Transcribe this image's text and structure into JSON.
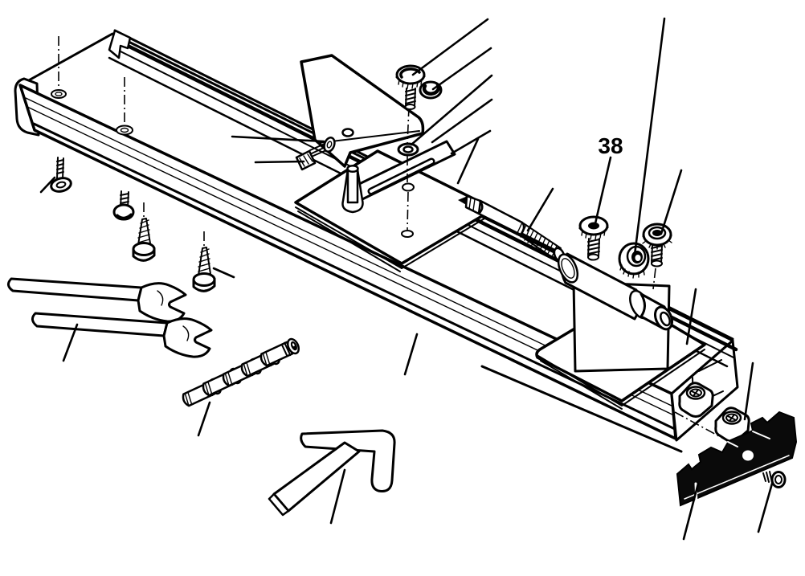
{
  "figure": {
    "type": "exploded-parts-diagram",
    "label_38": "38",
    "background_color": "#ffffff",
    "line_color": "#000000",
    "dark_part_color": "#0a0a0a"
  },
  "callouts": [
    {
      "number": "38",
      "points_to": "knurled-thumb-screw"
    }
  ],
  "parts": [
    "guide-rail",
    "t-track-strip",
    "flat-head-screw",
    "pan-head-screw",
    "tapping-screw-1",
    "tapping-screw-2",
    "open-end-wrench-1",
    "open-end-wrench-2",
    "socket-head-bolts",
    "hold-down-bracket",
    "pointer-bracket",
    "top-thumb-screw",
    "keps-nut",
    "washer",
    "slotted-bar",
    "guide-pin",
    "miter-base-plate",
    "adjuster-screw",
    "pivot-rod",
    "thumb-screw-38",
    "right-thumb-screw",
    "knurled-nut",
    "clamp-cylinder",
    "clamp-plate",
    "t-slot-nut-in-channel",
    "t-slot-nut-loose",
    "end-stop-bracket",
    "end-stop-screw"
  ]
}
